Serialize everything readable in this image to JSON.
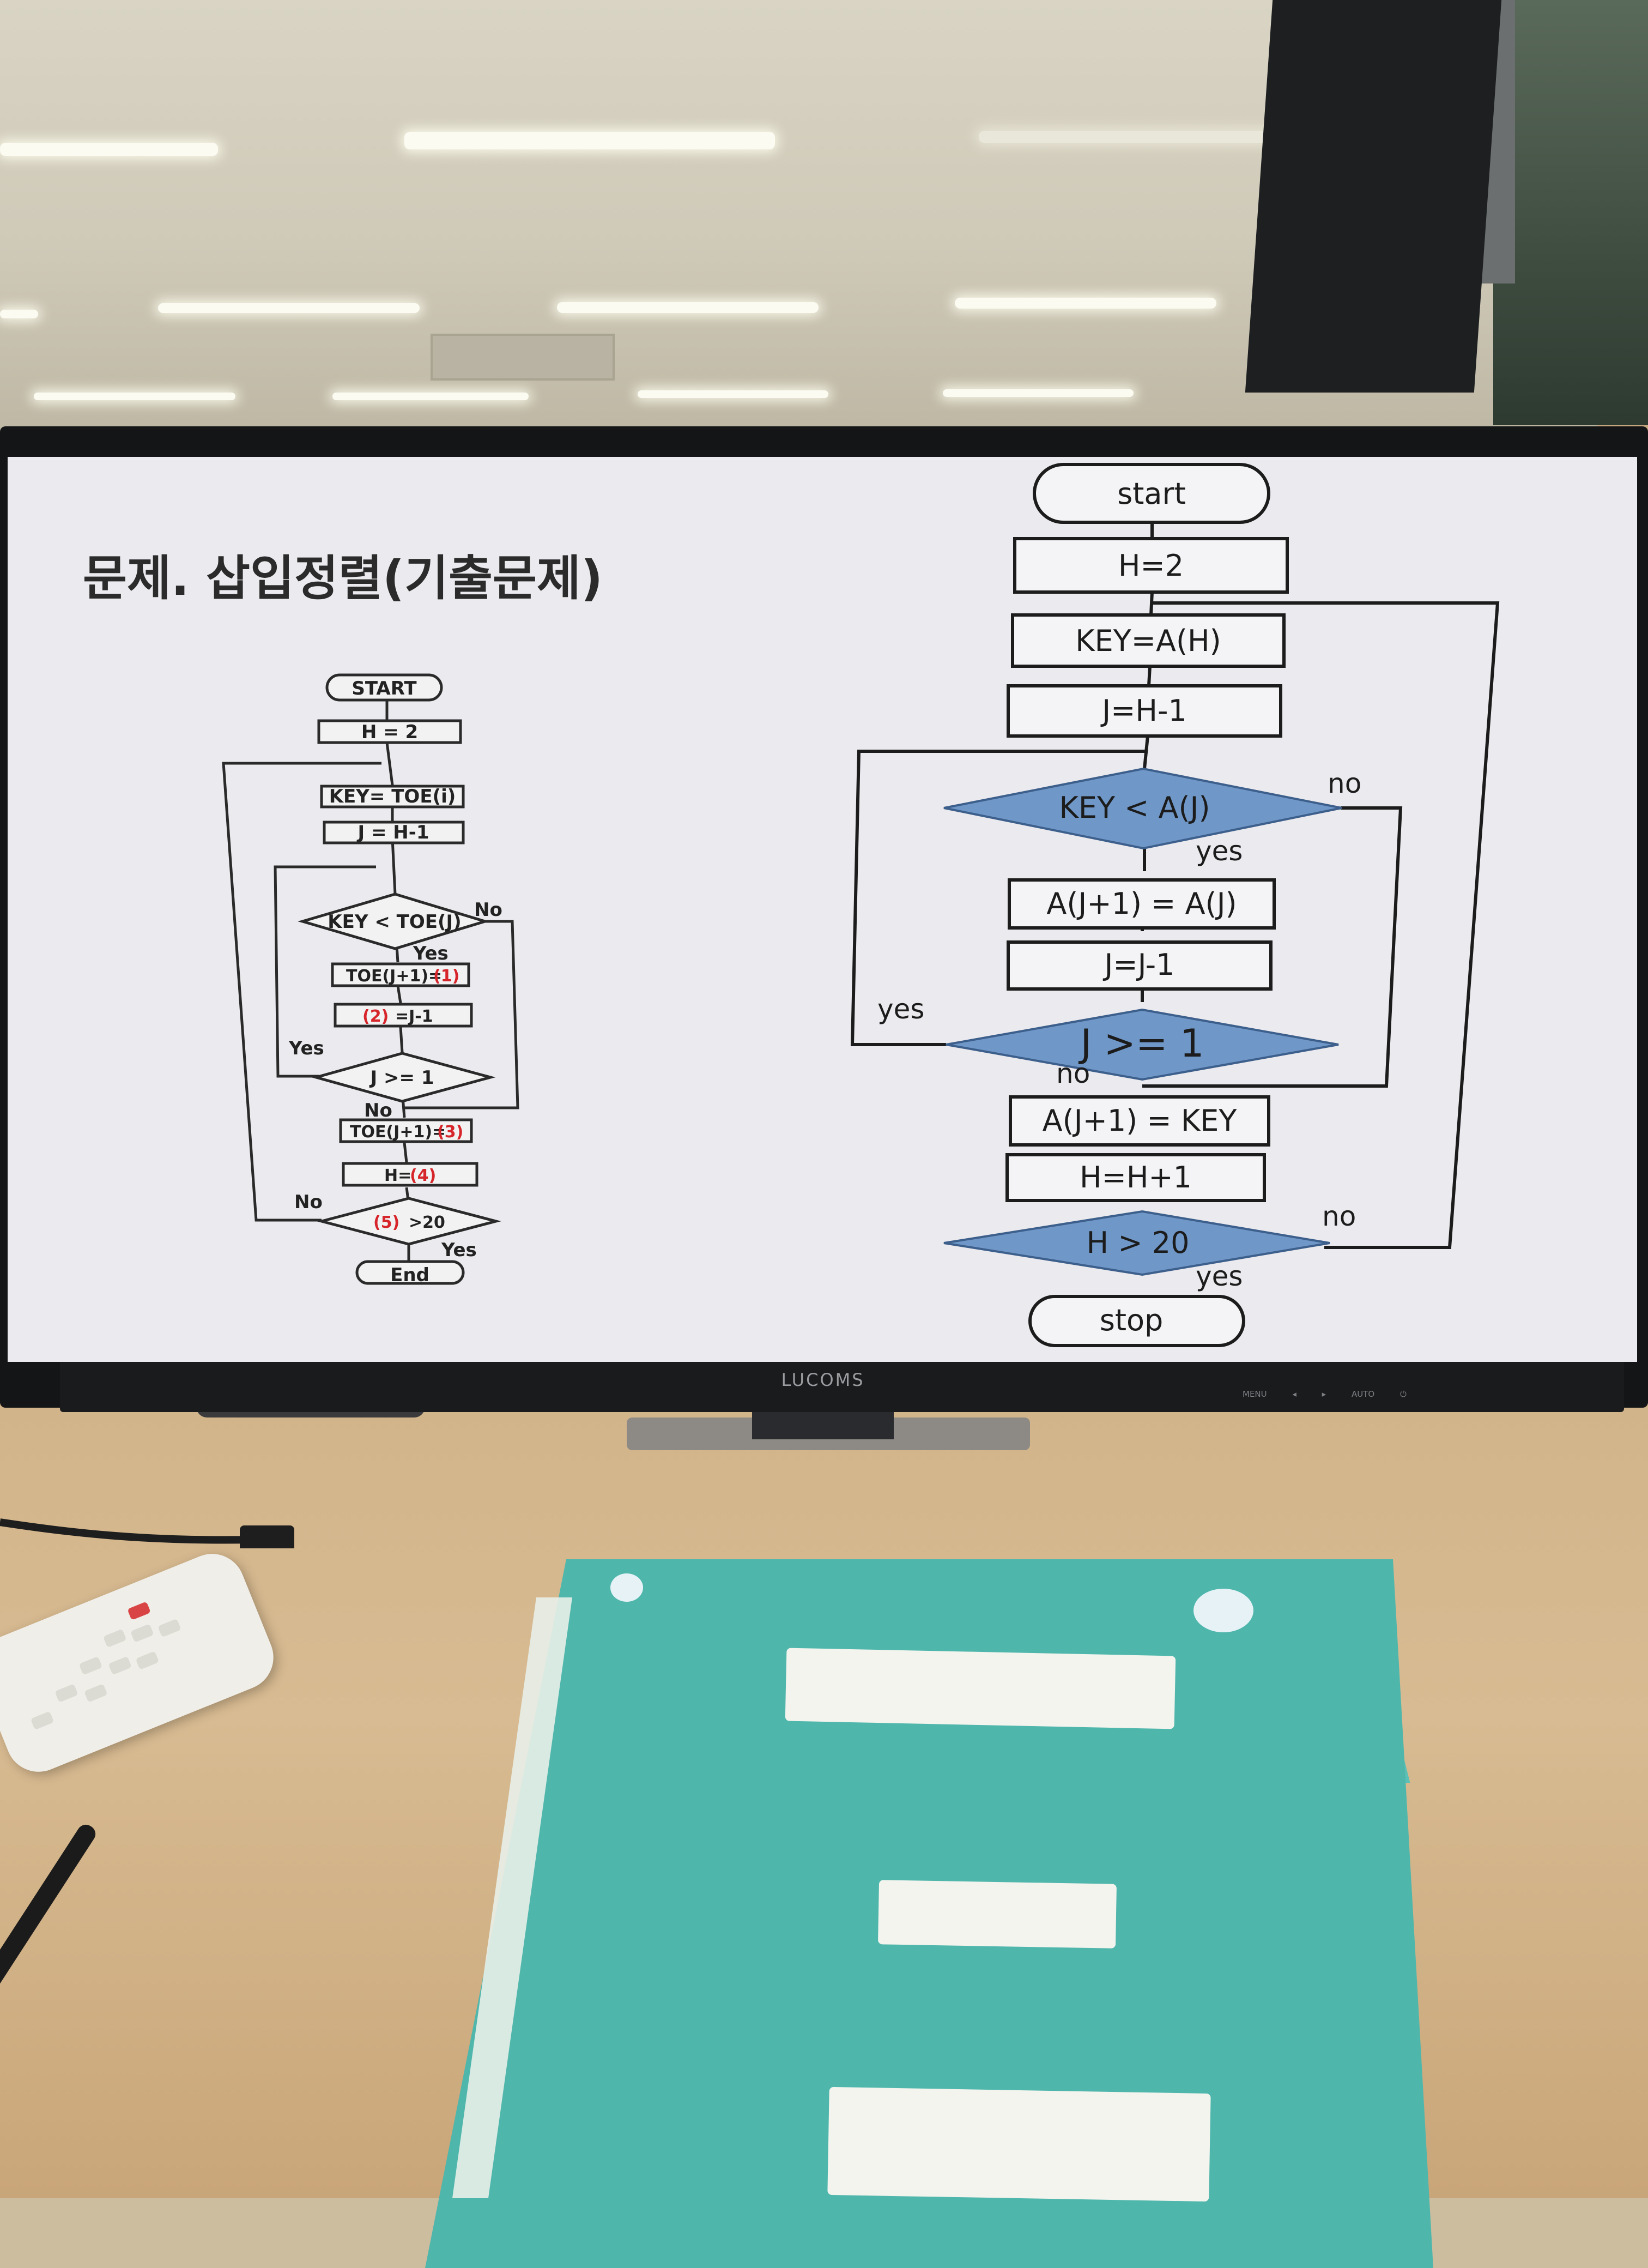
{
  "slide": {
    "title": "문제. 삽입정렬(기출문제)"
  },
  "left_flowchart": {
    "start": "START",
    "h_init": "H = 2",
    "key_assign": "KEY= TOE(i)",
    "j_assign": "J = H-1",
    "compare": "KEY < TOE(J)",
    "compare_no": "No",
    "compare_yes": "Yes",
    "shift_prefix": "TOE(J+1)=",
    "blank1": "(1)",
    "blank2": "(2)",
    "decrement_suffix": "=J-1",
    "loop_yes": "Yes",
    "j_check": "J >= 1",
    "j_check_no": "No",
    "insert_prefix": "TOE(J+1)=",
    "blank3": "(3)",
    "h_prefix": "H=",
    "blank4": "(4)",
    "blank5": "(5)",
    "end_check_suffix": ">20",
    "end_check_no": "No",
    "end_check_yes": "Yes",
    "end": "End"
  },
  "right_flowchart": {
    "start": "start",
    "h_init": "H=2",
    "key_assign": "KEY=A(H)",
    "j_assign": "J=H-1",
    "compare": "KEY < A(J)",
    "compare_no": "no",
    "compare_yes": "yes",
    "shift": "A(J+1) = A(J)",
    "decrement": "J=J-1",
    "loop_yes": "yes",
    "j_check": "J >= 1",
    "j_check_no": "no",
    "insert": "A(J+1) = KEY",
    "h_increment": "H=H+1",
    "end_check": "H >  20",
    "end_check_no": "no",
    "end_check_yes": "yes",
    "stop": "stop"
  },
  "monitor": {
    "brand": "LUCOMS",
    "buttons": "MENU ◂ ▸ AUTO ⏻"
  },
  "colors": {
    "decision_fill": "#6f97c8",
    "blank_red": "#d6262b",
    "screen_bg": "#ebeaee",
    "folder": "#4fb6ac"
  }
}
